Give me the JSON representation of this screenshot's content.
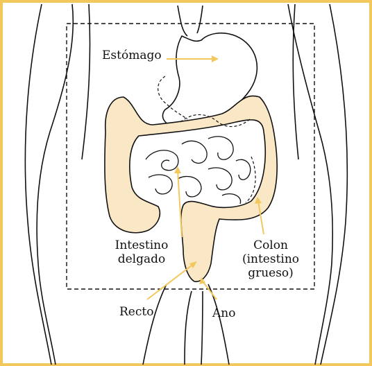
{
  "labels": {
    "estomago": "Estómago",
    "intestino_delgado_1": "Intestino",
    "intestino_delgado_2": "delgado",
    "colon_1": "Colon",
    "colon_2": "(intestino",
    "colon_3": "grueso)",
    "recto": "Recto",
    "ano": "Ano"
  },
  "colors": {
    "frame": "#f2c75c",
    "organ_fill": "#f9e7c6",
    "pointer": "#f2c75c",
    "outline": "#111111"
  }
}
